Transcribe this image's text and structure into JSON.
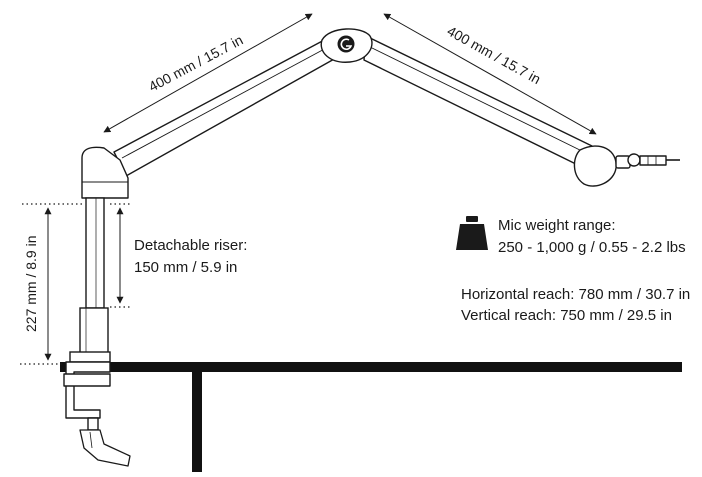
{
  "diagram": {
    "upper_arm_length": "400 mm / 15.7 in",
    "lower_arm_length": "400 mm / 15.7 in",
    "riser_label_line1": "Detachable riser:",
    "riser_label_line2": "150 mm / 5.9 in",
    "height_label": "227 mm / 8.9 in",
    "mic_weight_line1": "Mic weight range:",
    "mic_weight_line2": "250 - 1,000 g / 0.55 - 2.2 lbs",
    "horizontal_reach": "Horizontal reach: 780 mm / 30.7 in",
    "vertical_reach": "Vertical reach: 750 mm / 29.5 in",
    "icons": [
      "weight-icon",
      "elgato-logo-icon",
      "clamp-handle-icon"
    ],
    "colors": {
      "line": "#1a1a1a",
      "fill": "#ffffff",
      "desk": "#111111"
    }
  }
}
